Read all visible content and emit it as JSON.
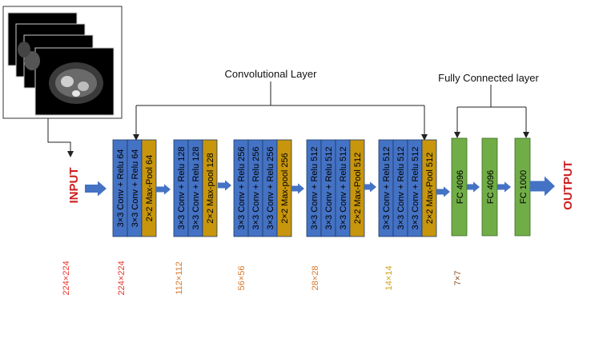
{
  "labels": {
    "conv_layer": "Convolutional Layer",
    "fc_layer": "Fully Connected layer",
    "input": "INPUT",
    "output": "OUTPUT"
  },
  "colors": {
    "conv": "#4472c4",
    "pool": "#c8960c",
    "fc": "#70ad47",
    "arrow": "#4472c4",
    "io_text": "#cc1f1f",
    "red_size": "#e8342a",
    "orange_size": "#d9782a",
    "gold_size": "#d4a017",
    "brown_size": "#8b4a1d"
  },
  "input_image": {
    "description_icon": "ct-scan-slices-icon"
  },
  "blocks": [
    {
      "layers": [
        {
          "kind": "conv",
          "label": "3×3 Conv + Relu 64"
        },
        {
          "kind": "conv",
          "label": "3×3 Conv + Relu 64"
        },
        {
          "kind": "pool",
          "label": "2×2 Max-Pool 64"
        }
      ]
    },
    {
      "layers": [
        {
          "kind": "conv",
          "label": "3×3 Conv + Relu 128"
        },
        {
          "kind": "conv",
          "label": "3×3 Conv + Relu 128"
        },
        {
          "kind": "pool",
          "label": "2×2 Max-pool 128"
        }
      ]
    },
    {
      "layers": [
        {
          "kind": "conv",
          "label": "3×3 Conv + Relu 256"
        },
        {
          "kind": "conv",
          "label": "3×3 Conv + Relu 256"
        },
        {
          "kind": "conv",
          "label": "3×3 Conv + Relu 256"
        },
        {
          "kind": "pool",
          "label": "2×2 Max-pool 256"
        }
      ]
    },
    {
      "layers": [
        {
          "kind": "conv",
          "label": "3×3 Conv + Relu  512"
        },
        {
          "kind": "conv",
          "label": "3×3 Conv + Relu  512"
        },
        {
          "kind": "conv",
          "label": "3×3 Conv + Relu 512"
        },
        {
          "kind": "pool",
          "label": "2×2 Max-Pool 512"
        }
      ]
    },
    {
      "layers": [
        {
          "kind": "conv",
          "label": "3×3 Conv + Relu 512"
        },
        {
          "kind": "conv",
          "label": "3×3 Conv + Relu 512"
        },
        {
          "kind": "conv",
          "label": "3×3 Conv + Relu 512"
        },
        {
          "kind": "pool",
          "label": "2×2 Max-Pool 512"
        }
      ]
    }
  ],
  "fc_layers": [
    "FC 4096",
    "FC 4096",
    "FC 1000"
  ],
  "sizes": [
    {
      "text": "224×224",
      "tone": "red_size"
    },
    {
      "text": "224×224",
      "tone": "red_size"
    },
    {
      "text": "112×112",
      "tone": "orange_size"
    },
    {
      "text": "56×56",
      "tone": "orange_size"
    },
    {
      "text": "28×28",
      "tone": "orange_size"
    },
    {
      "text": "14×14",
      "tone": "gold_size"
    },
    {
      "text": "7×7",
      "tone": "brown_size"
    }
  ]
}
